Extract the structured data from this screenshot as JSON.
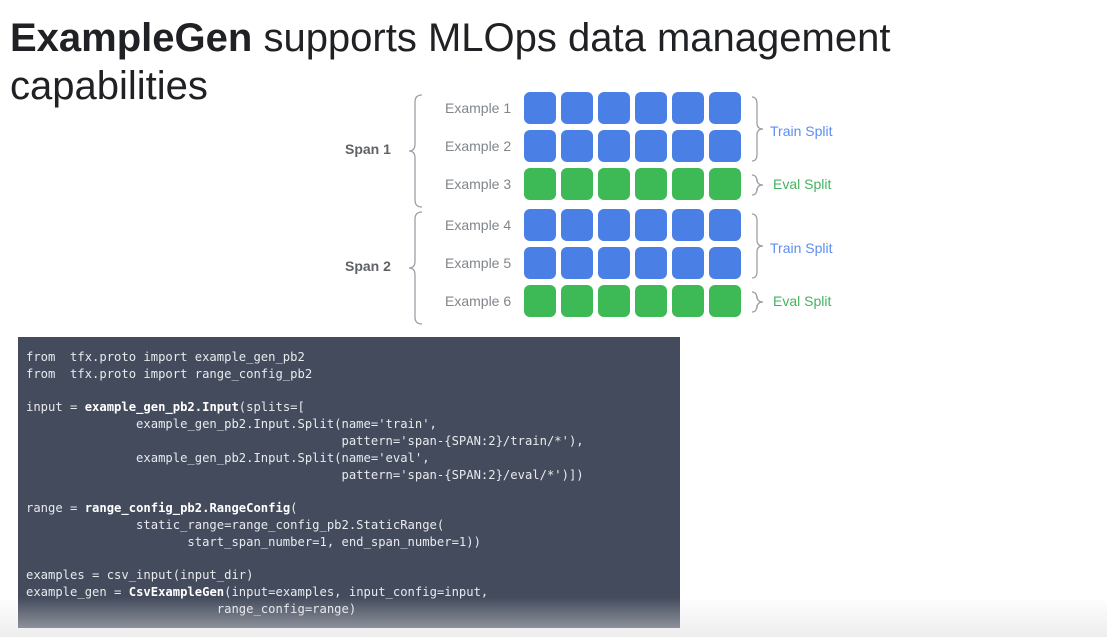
{
  "title": {
    "bold": "ExampleGen",
    "rest_line1": " supports MLOps data management",
    "line2": "capabilities"
  },
  "colors": {
    "train": "#4a7fe6",
    "eval": "#3db955",
    "train_text": "#5b8ef0",
    "eval_text": "#43b35f"
  },
  "spans": [
    {
      "label": "Span 1",
      "examples": [
        {
          "label": "Example 1",
          "split": "train"
        },
        {
          "label": "Example 2",
          "split": "train"
        },
        {
          "label": "Example 3",
          "split": "eval"
        }
      ],
      "splits": [
        {
          "label": "Train Split",
          "type": "train"
        },
        {
          "label": "Eval Split",
          "type": "eval"
        }
      ]
    },
    {
      "label": "Span 2",
      "examples": [
        {
          "label": "Example 4",
          "split": "train"
        },
        {
          "label": "Example 5",
          "split": "train"
        },
        {
          "label": "Example 6",
          "split": "eval"
        }
      ],
      "splits": [
        {
          "label": "Train Split",
          "type": "train"
        },
        {
          "label": "Eval Split",
          "type": "eval"
        }
      ]
    }
  ],
  "cells_per_example": 6,
  "code": [
    {
      "pre": "from  tfx.proto import example_gen_pb2",
      "bold": "",
      "post": ""
    },
    {
      "pre": "from  tfx.proto import range_config_pb2",
      "bold": "",
      "post": ""
    },
    {
      "pre": "",
      "bold": "",
      "post": ""
    },
    {
      "pre": "input = ",
      "bold": "example_gen_pb2.Input",
      "post": "(splits=["
    },
    {
      "pre": "               example_gen_pb2.Input.Split(name='train',",
      "bold": "",
      "post": ""
    },
    {
      "pre": "                                           pattern='span-{SPAN:2}/train/*'),",
      "bold": "",
      "post": ""
    },
    {
      "pre": "               example_gen_pb2.Input.Split(name='eval',",
      "bold": "",
      "post": ""
    },
    {
      "pre": "                                           pattern='span-{SPAN:2}/eval/*')])",
      "bold": "",
      "post": ""
    },
    {
      "pre": "",
      "bold": "",
      "post": ""
    },
    {
      "pre": "range = ",
      "bold": "range_config_pb2.RangeConfig",
      "post": "("
    },
    {
      "pre": "               static_range=range_config_pb2.StaticRange(",
      "bold": "",
      "post": ""
    },
    {
      "pre": "                      start_span_number=1, end_span_number=1))",
      "bold": "",
      "post": ""
    },
    {
      "pre": "",
      "bold": "",
      "post": ""
    },
    {
      "pre": "examples = csv_input(input_dir)",
      "bold": "",
      "post": ""
    },
    {
      "pre": "example_gen = ",
      "bold": "CsvExampleGen",
      "post": "(input=examples, input_config=input,"
    },
    {
      "pre": "                          range_config=range)",
      "bold": "",
      "post": ""
    }
  ]
}
